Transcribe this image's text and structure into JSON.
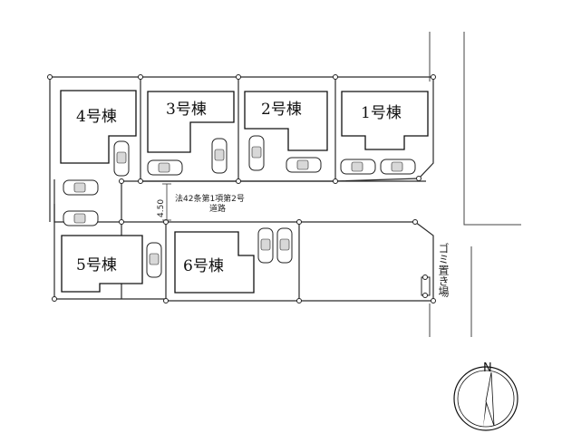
{
  "buildings": [
    {
      "id": "4",
      "label": "4号棟"
    },
    {
      "id": "3",
      "label": "3号棟"
    },
    {
      "id": "2",
      "label": "2号棟"
    },
    {
      "id": "1",
      "label": "1号棟"
    },
    {
      "id": "5",
      "label": "5号棟"
    },
    {
      "id": "6",
      "label": "6号棟"
    }
  ],
  "road": {
    "width_label": "4.50",
    "note_line1": "法42条第1項第2号",
    "note_line2": "道路"
  },
  "garbage": {
    "label": "ゴミ置き場"
  },
  "compass": {
    "label": "N"
  }
}
